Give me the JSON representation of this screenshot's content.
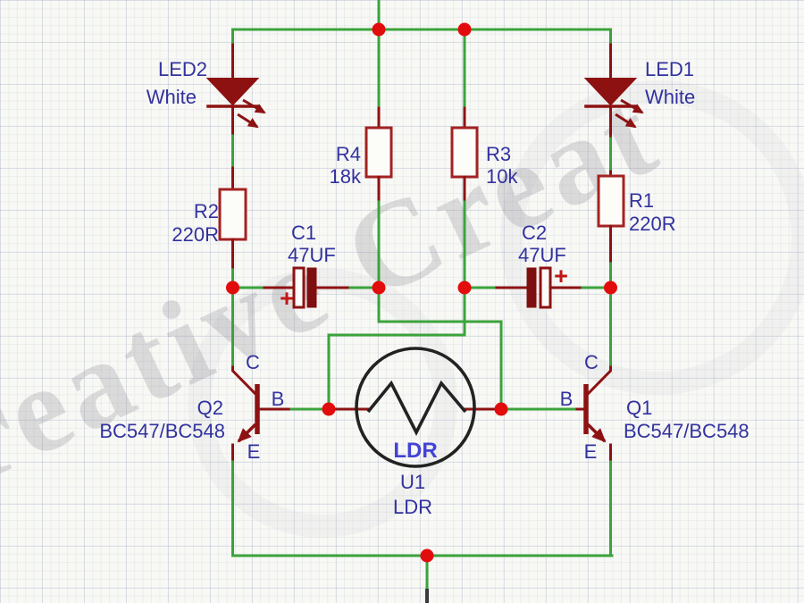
{
  "schematic": {
    "watermark_text": "reative Creat",
    "colors": {
      "wire_green": "#3ba33b",
      "component_red": "#8d1212",
      "resistor_outline_red": "#a32222",
      "junction_dot_red": "#e20c0c",
      "label_navy": "#32329e",
      "ldr_symbol_black": "#222222",
      "ldr_text_blue": "#4343d6",
      "plus_red": "#c21616",
      "background": "#f8f8f5"
    },
    "components": {
      "led2": {
        "ref": "LED2",
        "value": "White"
      },
      "led1": {
        "ref": "LED1",
        "value": "White"
      },
      "r2": {
        "ref": "R2",
        "value": "220R"
      },
      "r1": {
        "ref": "R1",
        "value": "220R"
      },
      "r4": {
        "ref": "R4",
        "value": "18k"
      },
      "r3": {
        "ref": "R3",
        "value": "10k"
      },
      "c1": {
        "ref": "C1",
        "value": "47UF",
        "polarity": "+"
      },
      "c2": {
        "ref": "C2",
        "value": "47UF",
        "polarity": "+"
      },
      "q2": {
        "ref": "Q2",
        "value": "BC547/BC548",
        "pin_c": "C",
        "pin_b": "B",
        "pin_e": "E"
      },
      "q1": {
        "ref": "Q1",
        "value": "BC547/BC548",
        "pin_c": "C",
        "pin_b": "B",
        "pin_e": "E"
      },
      "u1": {
        "ref": "U1",
        "value": "LDR",
        "symbol_label": "LDR"
      }
    }
  }
}
